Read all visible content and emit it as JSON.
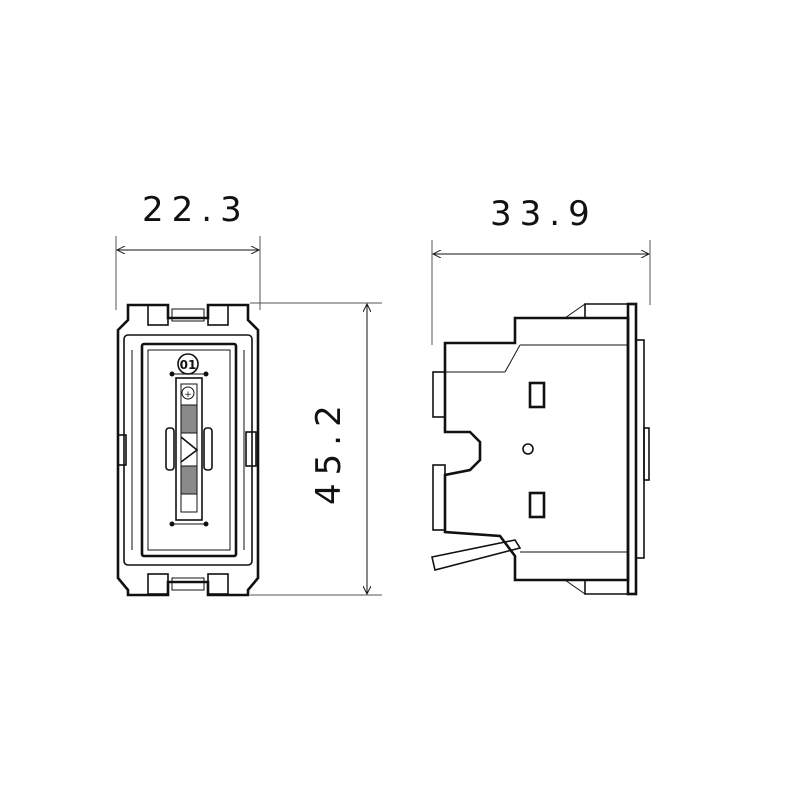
{
  "drawing": {
    "type": "technical dimension drawing",
    "views": [
      {
        "name": "front-view",
        "label_badge": "01"
      },
      {
        "name": "side-view"
      }
    ]
  },
  "dimensions": {
    "front_width": "22.3",
    "front_height": "45.2",
    "side_depth": "33.9"
  },
  "colors": {
    "line": "#111111",
    "extension_line": "#555555",
    "background": "#ffffff",
    "grip_fill": "#8a8a8a"
  }
}
